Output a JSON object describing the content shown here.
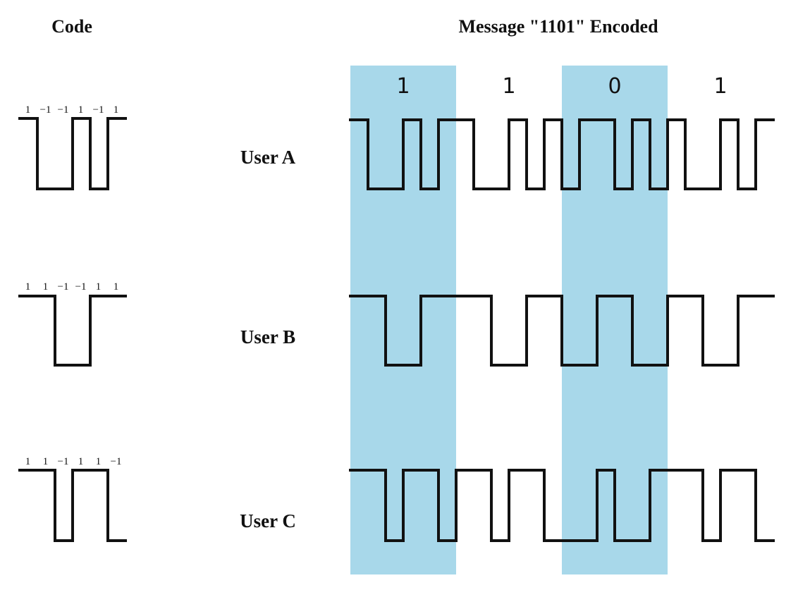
{
  "headings": {
    "code": "Code",
    "message": "Message \"1101\" Encoded"
  },
  "message": {
    "bits": [
      1,
      1,
      0,
      1
    ],
    "bit_labels": [
      "1",
      "1",
      "0",
      "1"
    ],
    "highlight_bits": [
      0,
      2
    ],
    "band_color": "#a8d8ea"
  },
  "users": [
    {
      "label": "User A",
      "code": [
        1,
        -1,
        -1,
        1,
        -1,
        1
      ],
      "code_labels": [
        "1",
        "−1",
        "−1",
        "1",
        "−1",
        "1"
      ]
    },
    {
      "label": "User B",
      "code": [
        1,
        1,
        -1,
        -1,
        1,
        1
      ],
      "code_labels": [
        "1",
        "1",
        "−1",
        "−1",
        "1",
        "1"
      ]
    },
    {
      "label": "User C",
      "code": [
        1,
        1,
        -1,
        1,
        1,
        -1
      ],
      "code_labels": [
        "1",
        "1",
        "−1",
        "1",
        "1",
        "−1"
      ]
    }
  ]
}
